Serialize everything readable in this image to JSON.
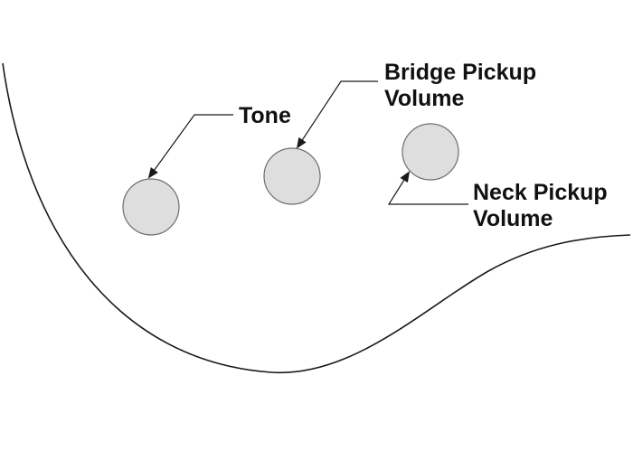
{
  "colors": {
    "outline": "#1a1a1a",
    "knob_fill": "#dedede",
    "knob_stroke": "#6e6e6e",
    "label": "#111111"
  },
  "labels": {
    "tone": "Tone",
    "bridge_line1": "Bridge Pickup",
    "bridge_line2": "Volume",
    "neck_line1": "Neck Pickup",
    "neck_line2": "Volume"
  }
}
